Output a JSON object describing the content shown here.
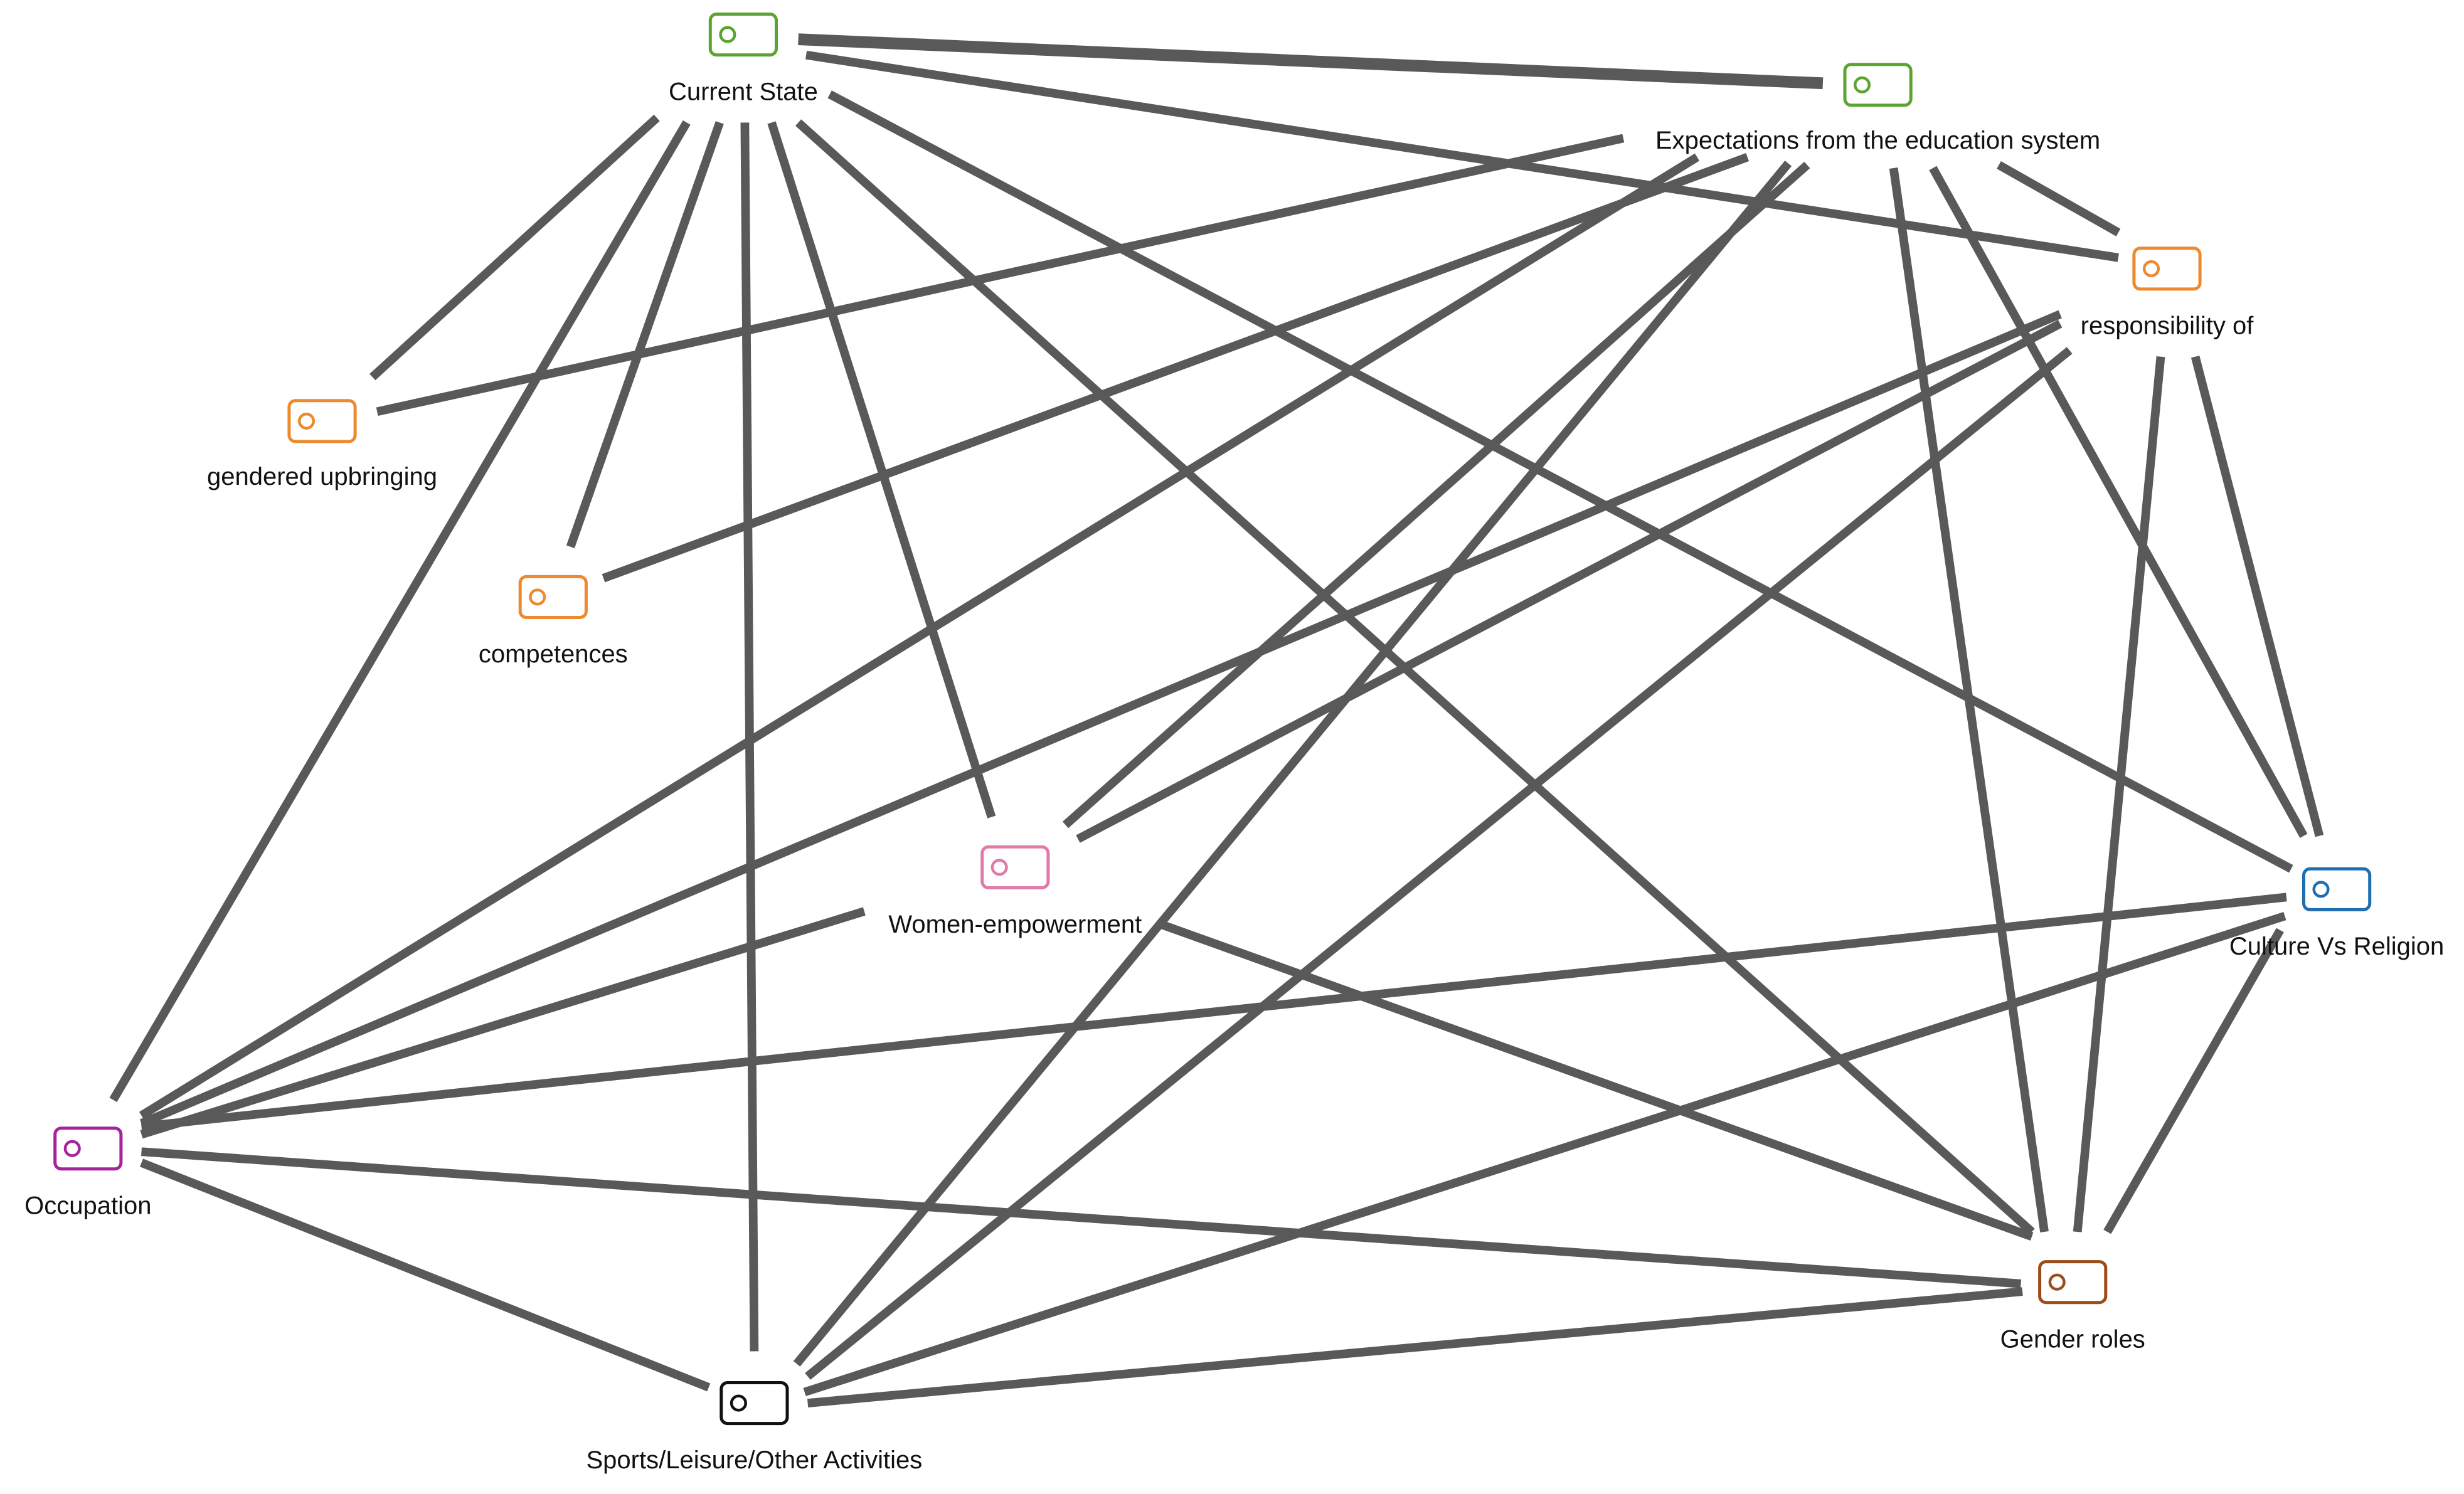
{
  "nodes": [
    {
      "id": "current-state",
      "label": "Current State",
      "color": "#5aa531",
      "icon": "tag-icon"
    },
    {
      "id": "expectations",
      "label": "Expectations from the education system",
      "color": "#5aa531",
      "icon": "tag-icon"
    },
    {
      "id": "responsibility",
      "label": "responsibility of",
      "color": "#ee8a2e",
      "icon": "tag-icon"
    },
    {
      "id": "gendered-upbringing",
      "label": "gendered upbringing",
      "color": "#ee8a2e",
      "icon": "tag-icon"
    },
    {
      "id": "competences",
      "label": "competences",
      "color": "#ee8a2e",
      "icon": "tag-icon"
    },
    {
      "id": "women-empowerment",
      "label": "Women-empowerment",
      "color": "#e07aa6",
      "icon": "tag-icon"
    },
    {
      "id": "culture-religion",
      "label": "Culture Vs Religion",
      "color": "#1f6fb0",
      "icon": "tag-icon"
    },
    {
      "id": "occupation",
      "label": "Occupation",
      "color": "#a6239b",
      "icon": "tag-icon"
    },
    {
      "id": "gender-roles",
      "label": "Gender roles",
      "color": "#9c4d1c",
      "icon": "tag-icon"
    },
    {
      "id": "sports",
      "label": "Sports/Leisure/Other Activities",
      "color": "#111111",
      "icon": "tag-icon"
    }
  ],
  "edges": [
    [
      "current-state",
      "expectations"
    ],
    [
      "current-state",
      "responsibility"
    ],
    [
      "current-state",
      "gendered-upbringing"
    ],
    [
      "current-state",
      "competences"
    ],
    [
      "current-state",
      "occupation"
    ],
    [
      "current-state",
      "sports"
    ],
    [
      "current-state",
      "women-empowerment"
    ],
    [
      "current-state",
      "gender-roles"
    ],
    [
      "current-state",
      "culture-religion"
    ],
    [
      "expectations",
      "responsibility"
    ],
    [
      "expectations",
      "gendered-upbringing"
    ],
    [
      "expectations",
      "competences"
    ],
    [
      "expectations",
      "occupation"
    ],
    [
      "expectations",
      "women-empowerment"
    ],
    [
      "expectations",
      "sports"
    ],
    [
      "expectations",
      "gender-roles"
    ],
    [
      "expectations",
      "culture-religion"
    ],
    [
      "responsibility",
      "occupation"
    ],
    [
      "responsibility",
      "women-empowerment"
    ],
    [
      "responsibility",
      "sports"
    ],
    [
      "responsibility",
      "gender-roles"
    ],
    [
      "responsibility",
      "culture-religion"
    ],
    [
      "women-empowerment",
      "occupation"
    ],
    [
      "women-empowerment",
      "gender-roles"
    ],
    [
      "culture-religion",
      "occupation"
    ],
    [
      "culture-religion",
      "sports"
    ],
    [
      "culture-religion",
      "gender-roles"
    ],
    [
      "occupation",
      "gender-roles"
    ],
    [
      "occupation",
      "sports"
    ],
    [
      "gender-roles",
      "sports"
    ]
  ]
}
